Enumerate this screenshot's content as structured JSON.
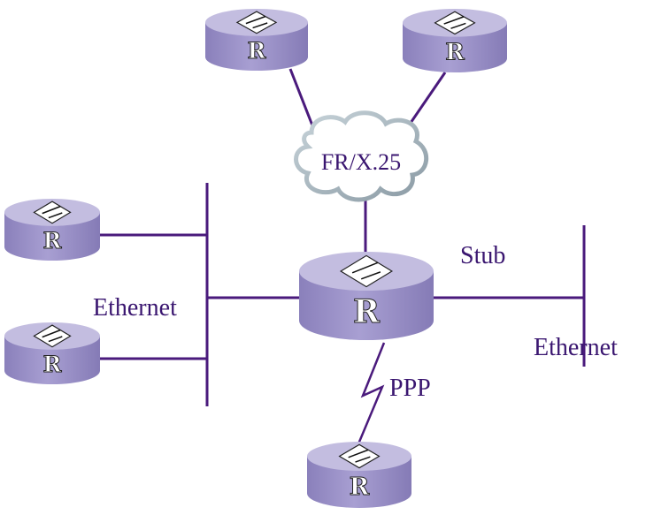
{
  "labels": {
    "cloud": "FR/X.25",
    "stub": "Stub",
    "ethernet_left": "Ethernet",
    "ethernet_right": "Ethernet",
    "ppp": "PPP"
  },
  "router_letter": "R",
  "routers": [
    "top-left",
    "top-right",
    "left-upper",
    "left-lower",
    "center",
    "bottom"
  ],
  "colors": {
    "line": "#4a1a7c",
    "router_top": "#c3bde0",
    "router_body": "#9c92c8",
    "text": "#3a1670"
  }
}
